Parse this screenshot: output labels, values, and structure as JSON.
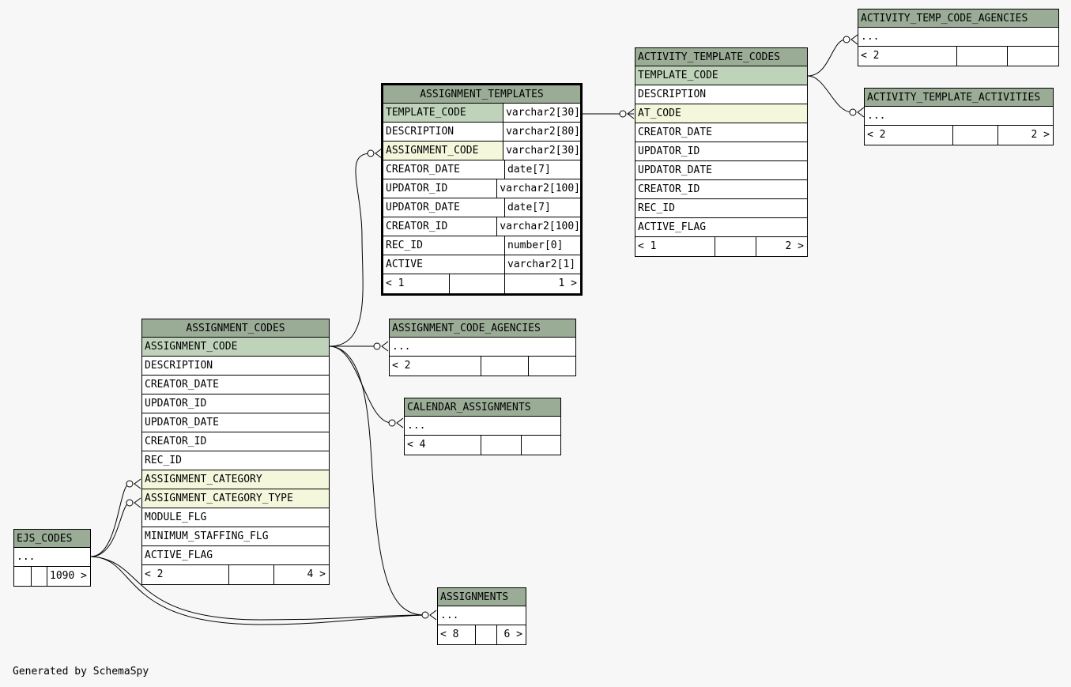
{
  "footer": "Generated by SchemaSpy",
  "tables": {
    "assignment_templates": {
      "name": "ASSIGNMENT_TEMPLATES",
      "columns": [
        {
          "name": "TEMPLATE_CODE",
          "type": "varchar2[30]",
          "key": "pk"
        },
        {
          "name": "DESCRIPTION",
          "type": "varchar2[80]",
          "key": ""
        },
        {
          "name": "ASSIGNMENT_CODE",
          "type": "varchar2[30]",
          "key": "fk"
        },
        {
          "name": "CREATOR_DATE",
          "type": "date[7]",
          "key": ""
        },
        {
          "name": "UPDATOR_ID",
          "type": "varchar2[100]",
          "key": ""
        },
        {
          "name": "UPDATOR_DATE",
          "type": "date[7]",
          "key": ""
        },
        {
          "name": "CREATOR_ID",
          "type": "varchar2[100]",
          "key": ""
        },
        {
          "name": "REC_ID",
          "type": "number[0]",
          "key": ""
        },
        {
          "name": "ACTIVE",
          "type": "varchar2[1]",
          "key": ""
        }
      ],
      "footer": {
        "left": "< 1",
        "mid": "",
        "right": "1 >"
      }
    },
    "activity_template_codes": {
      "name": "ACTIVITY_TEMPLATE_CODES",
      "columns": [
        {
          "name": "TEMPLATE_CODE",
          "key": "pk"
        },
        {
          "name": "DESCRIPTION",
          "key": ""
        },
        {
          "name": "AT_CODE",
          "key": "fk"
        },
        {
          "name": "CREATOR_DATE",
          "key": ""
        },
        {
          "name": "UPDATOR_ID",
          "key": ""
        },
        {
          "name": "UPDATOR_DATE",
          "key": ""
        },
        {
          "name": "CREATOR_ID",
          "key": ""
        },
        {
          "name": "REC_ID",
          "key": ""
        },
        {
          "name": "ACTIVE_FLAG",
          "key": ""
        }
      ],
      "footer": {
        "left": "< 1",
        "mid": "",
        "right": "2 >"
      }
    },
    "activity_temp_code_agencies": {
      "name": "ACTIVITY_TEMP_CODE_AGENCIES",
      "columns": [
        {
          "name": "...",
          "key": ""
        }
      ],
      "footer": {
        "left": "< 2",
        "mid": "",
        "right": ""
      }
    },
    "activity_template_activities": {
      "name": "ACTIVITY_TEMPLATE_ACTIVITIES",
      "columns": [
        {
          "name": "...",
          "key": ""
        }
      ],
      "footer": {
        "left": "< 2",
        "mid": "",
        "right": "2 >"
      }
    },
    "assignment_codes": {
      "name": "ASSIGNMENT_CODES",
      "columns": [
        {
          "name": "ASSIGNMENT_CODE",
          "key": "pk"
        },
        {
          "name": "DESCRIPTION",
          "key": ""
        },
        {
          "name": "CREATOR_DATE",
          "key": ""
        },
        {
          "name": "UPDATOR_ID",
          "key": ""
        },
        {
          "name": "UPDATOR_DATE",
          "key": ""
        },
        {
          "name": "CREATOR_ID",
          "key": ""
        },
        {
          "name": "REC_ID",
          "key": ""
        },
        {
          "name": "ASSIGNMENT_CATEGORY",
          "key": "fk"
        },
        {
          "name": "ASSIGNMENT_CATEGORY_TYPE",
          "key": "fk"
        },
        {
          "name": "MODULE_FLG",
          "key": ""
        },
        {
          "name": "MINIMUM_STAFFING_FLG",
          "key": ""
        },
        {
          "name": "ACTIVE_FLAG",
          "key": ""
        }
      ],
      "footer": {
        "left": "< 2",
        "mid": "",
        "right": "4 >"
      }
    },
    "assignment_code_agencies": {
      "name": "ASSIGNMENT_CODE_AGENCIES",
      "columns": [
        {
          "name": "...",
          "key": ""
        }
      ],
      "footer": {
        "left": "< 2",
        "mid": "",
        "right": ""
      }
    },
    "calendar_assignments": {
      "name": "CALENDAR_ASSIGNMENTS",
      "columns": [
        {
          "name": "...",
          "key": ""
        }
      ],
      "footer": {
        "left": "< 4",
        "mid": "",
        "right": ""
      }
    },
    "ejs_codes": {
      "name": "EJS_CODES",
      "columns": [
        {
          "name": "...",
          "key": ""
        }
      ],
      "footer": {
        "left": "",
        "mid": "",
        "right": "1090 >"
      }
    },
    "assignments": {
      "name": "ASSIGNMENTS",
      "columns": [
        {
          "name": "...",
          "key": ""
        }
      ],
      "footer": {
        "left": "< 8",
        "mid": "",
        "right": "6 >"
      }
    }
  }
}
